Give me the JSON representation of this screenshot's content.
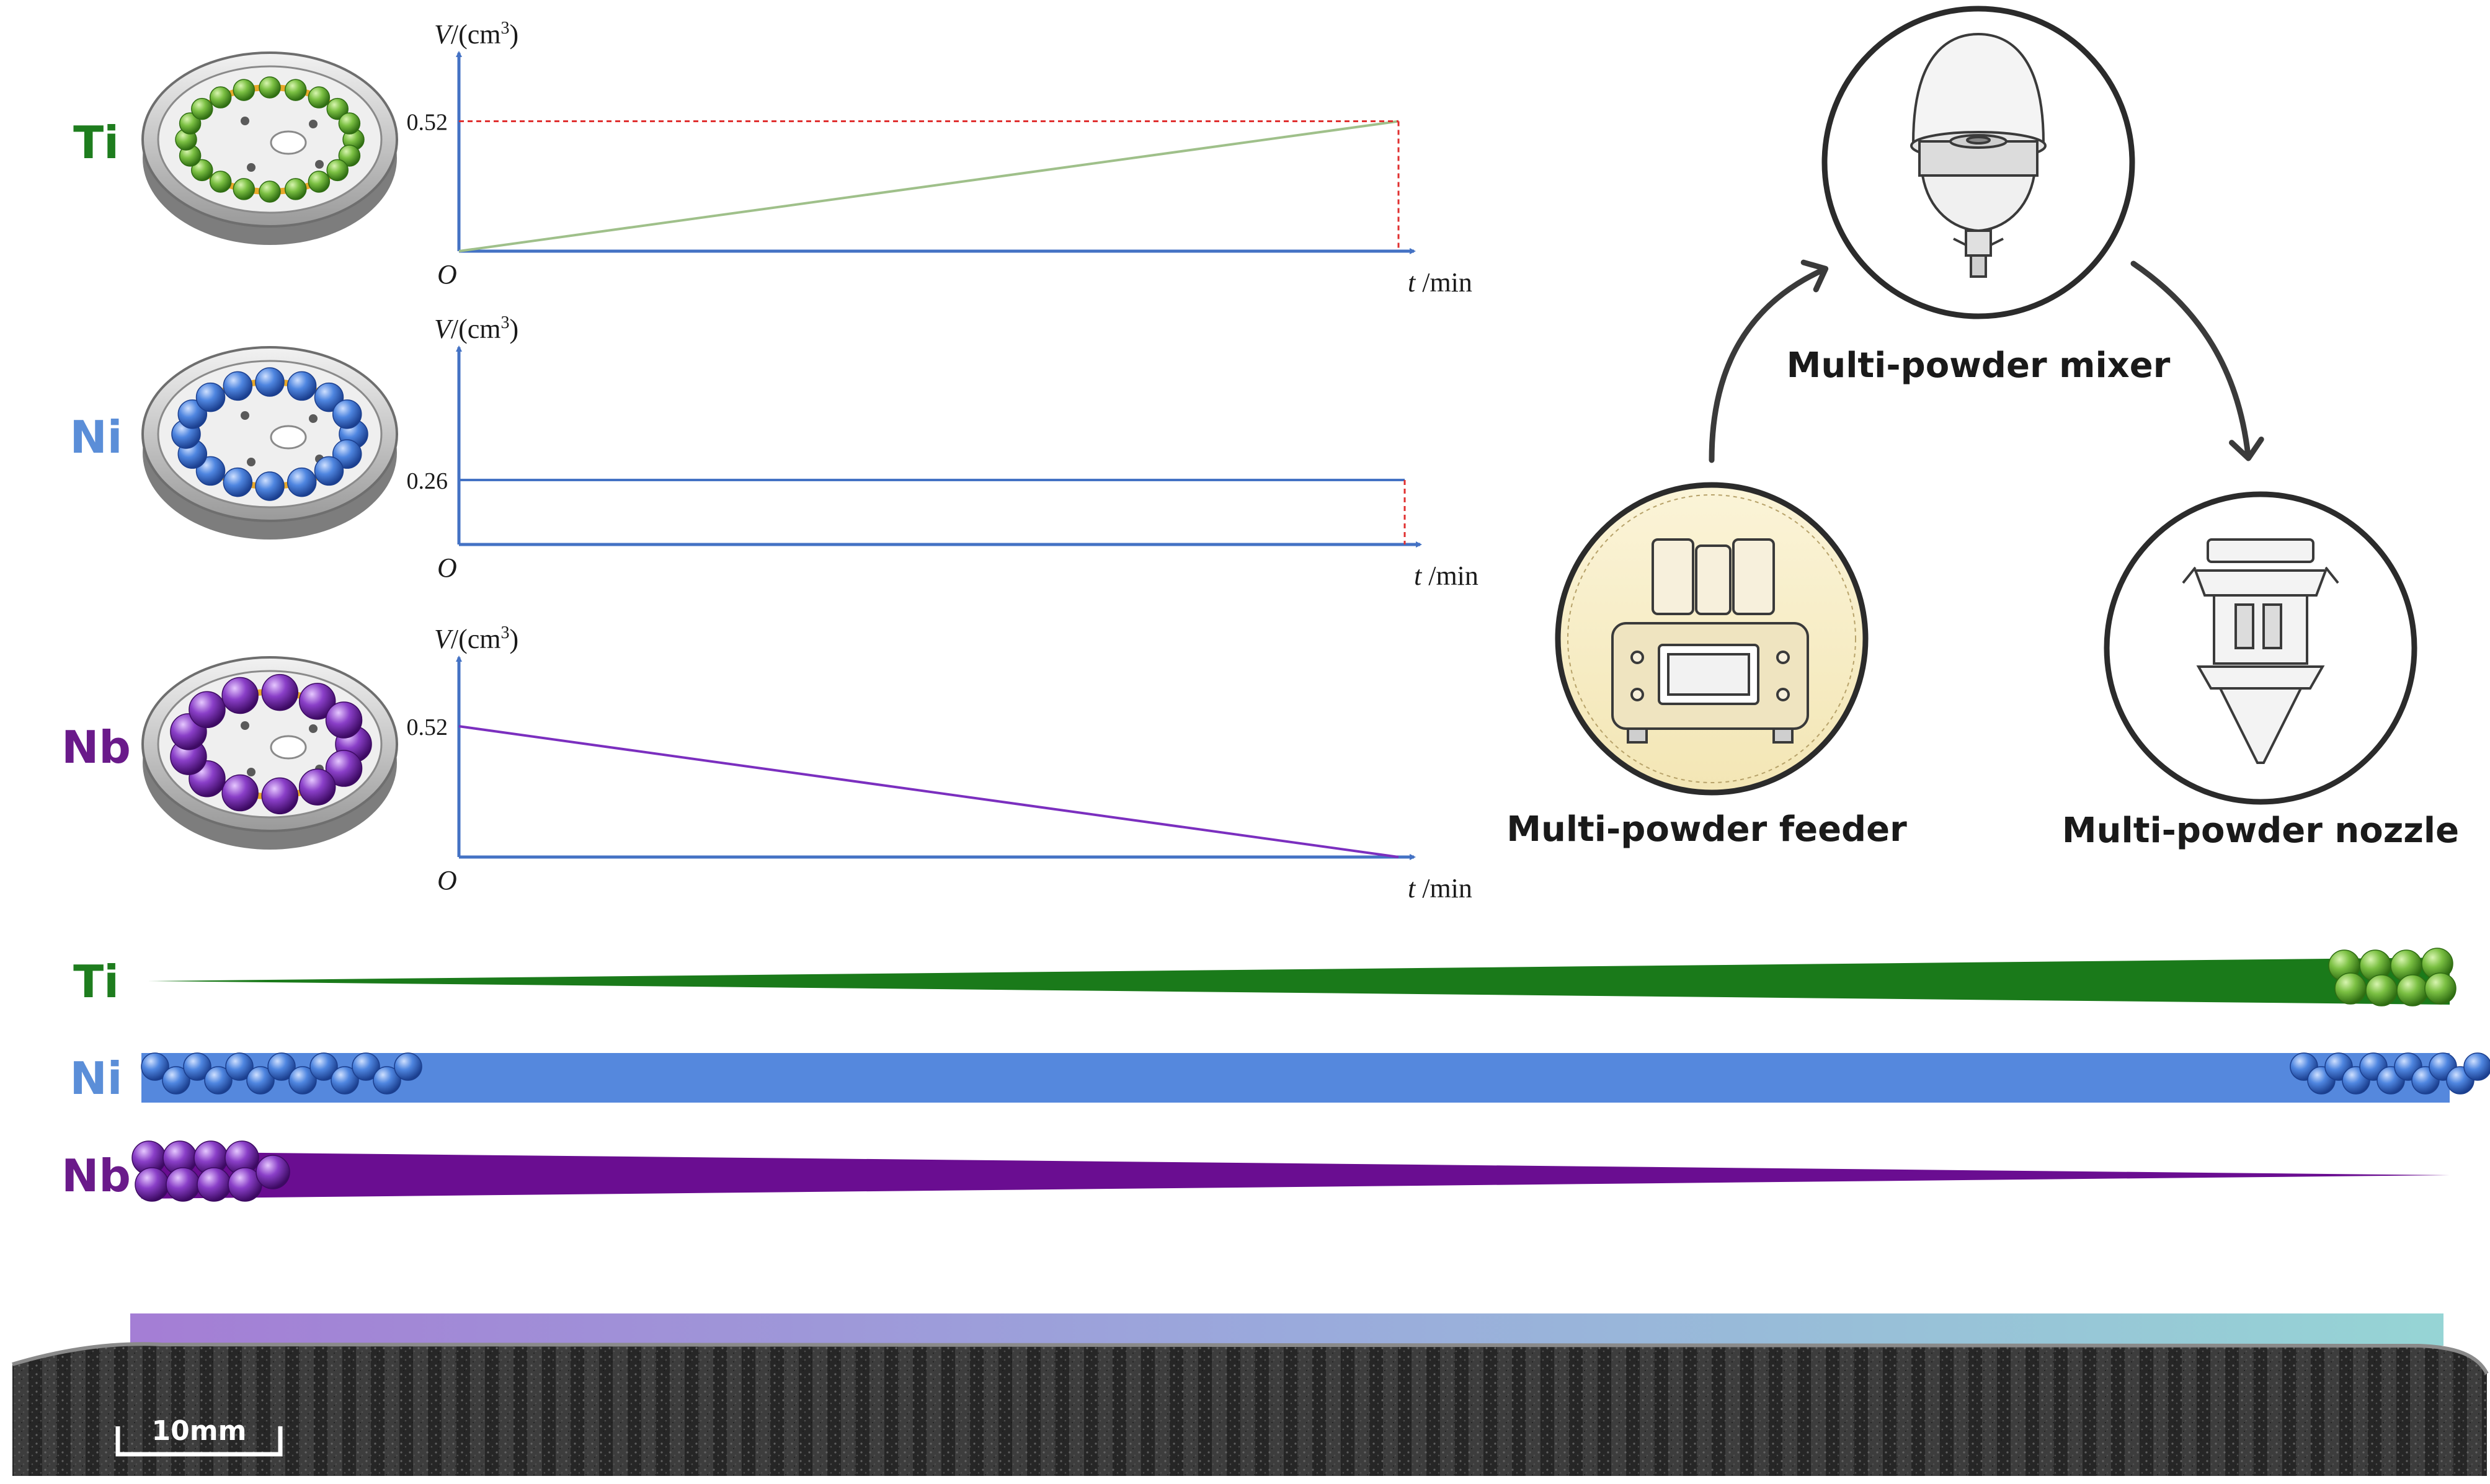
{
  "elements": [
    {
      "symbol": "Ti",
      "color": "#1e7d1e",
      "ball_color": "#7bc043",
      "ball_dark": "#2f6d12"
    },
    {
      "symbol": "Ni",
      "color": "#5b8ed8",
      "ball_color": "#4f86e0",
      "ball_dark": "#1b3f8f"
    },
    {
      "symbol": "Nb",
      "color": "#6a1a8a",
      "ball_color": "#8a3fc8",
      "ball_dark": "#3d0a63"
    }
  ],
  "chart_data": [
    {
      "type": "line",
      "element": "Ti",
      "ylabel_var": "V",
      "ylabel_unit": "/(cm",
      "ylabel_exp": "3",
      "ylabel_close": ")",
      "xlabel_var": "t",
      "xlabel_unit": "/min",
      "origin": "O",
      "y_tick": "0.52",
      "y_tick_value": 0.52,
      "ylim": [
        0,
        0.72
      ],
      "series": [
        {
          "x": [
            0,
            1
          ],
          "y": [
            0,
            0.52
          ],
          "color": "#9fc08a"
        }
      ],
      "guides": true
    },
    {
      "type": "line",
      "element": "Ni",
      "ylabel_var": "V",
      "ylabel_unit": "/(cm",
      "ylabel_exp": "3",
      "ylabel_close": ")",
      "xlabel_var": "t",
      "xlabel_unit": "/min",
      "origin": "O",
      "y_tick": "0.26",
      "y_tick_value": 0.26,
      "ylim": [
        0,
        0.72
      ],
      "series": [
        {
          "x": [
            0,
            1
          ],
          "y": [
            0.26,
            0.26
          ],
          "color": "#4472c4"
        }
      ],
      "guides": false
    },
    {
      "type": "line",
      "element": "Nb",
      "ylabel_var": "V",
      "ylabel_unit": "/(cm",
      "ylabel_exp": "3",
      "ylabel_close": ")",
      "xlabel_var": "t",
      "xlabel_unit": "/min",
      "origin": "O",
      "y_tick": "0.52",
      "y_tick_value": 0.52,
      "ylim": [
        0,
        0.72
      ],
      "series": [
        {
          "x": [
            0,
            1
          ],
          "y": [
            0.52,
            0
          ],
          "color": "#7b2fbf"
        }
      ],
      "guides": false
    }
  ],
  "process": {
    "mixer": "Multi-powder mixer",
    "feeder": "Multi-powder feeder",
    "nozzle": "Multi-powder nozzle"
  },
  "gradient_strips": [
    {
      "symbol": "Ti",
      "profile": "increasing",
      "color": "#1a7a1a"
    },
    {
      "symbol": "Ni",
      "profile": "constant",
      "color": "#5588dd"
    },
    {
      "symbol": "Nb",
      "profile": "decreasing",
      "color": "#6a0d91"
    }
  ],
  "specimen": {
    "scale_bar_label": "10mm"
  }
}
